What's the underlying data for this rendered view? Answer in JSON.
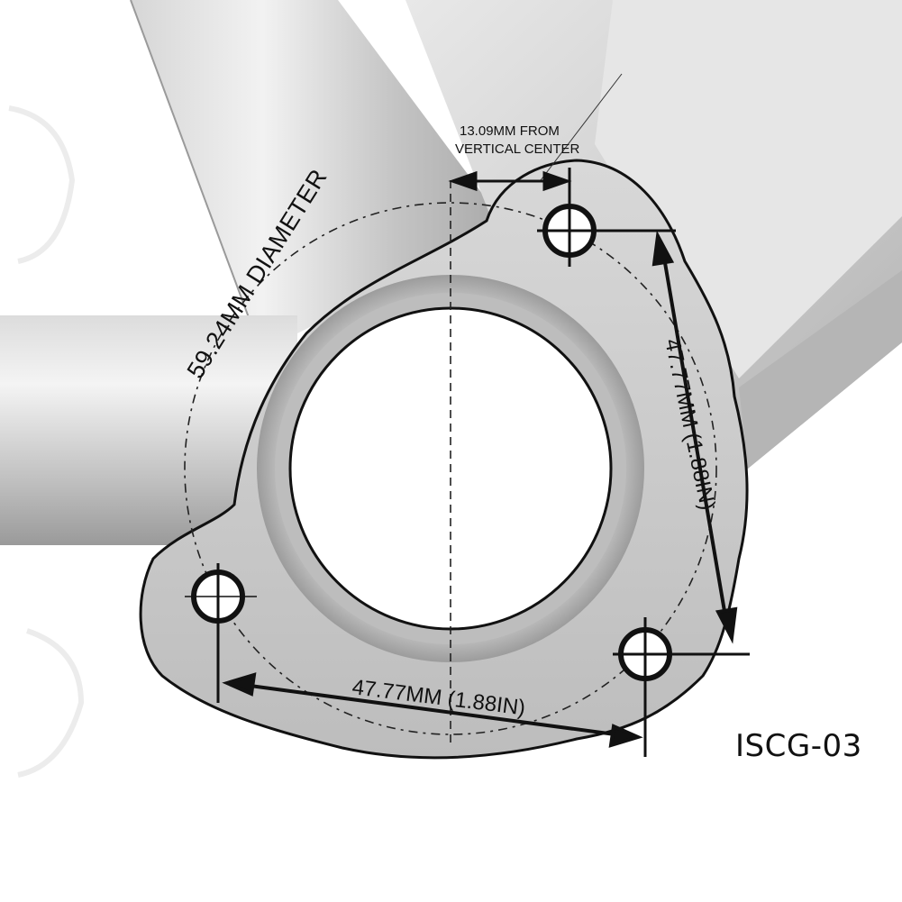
{
  "diagram": {
    "standard": "ISCG-03",
    "labels": {
      "diameter": "59.24MM DIAMETER",
      "offset_line1": "13.09MM FROM",
      "offset_line2": "VERTICAL CENTER",
      "right_spacing": "47.77MM (1.88IN)",
      "bottom_spacing": "47.77MM (1.88IN)"
    },
    "colors": {
      "tube_light": "#e2e2e2",
      "tube_dark": "#9a9a9a",
      "plate": "#c9c9c9",
      "line": "#111111"
    }
  }
}
